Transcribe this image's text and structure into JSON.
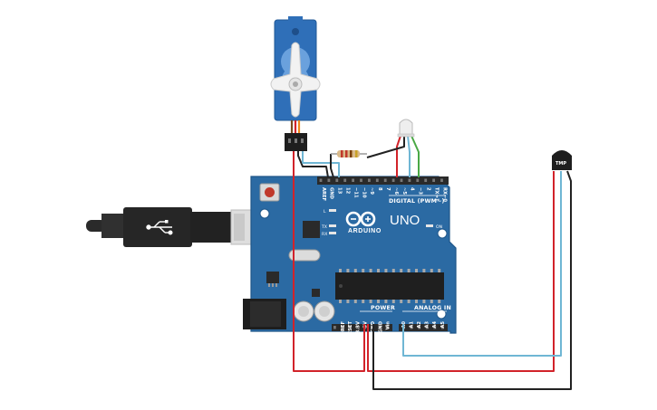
{
  "board": {
    "model": "UNO",
    "brand": "ARDUINO",
    "digital_header": "DIGITAL (PWM~)",
    "analog_header": "ANALOG IN",
    "power_header": "POWER",
    "on_label": "ON",
    "led_l": "L",
    "led_tx": "TX",
    "led_rx": "RX",
    "digital_pins": [
      "AREF",
      "GND",
      "13",
      "12",
      "~11",
      "~10",
      "~9",
      "8",
      "7",
      "~6",
      "~5",
      "4",
      "~3",
      "2",
      "TX→1",
      "RX←0"
    ],
    "power_pins": [
      "IOREF",
      "RESET",
      "3.3V",
      "5V",
      "GND",
      "GND",
      "Vin"
    ],
    "analog_pins": [
      "A0",
      "A1",
      "A2",
      "A3",
      "A4",
      "A5"
    ]
  },
  "sensor": {
    "label": "TMP"
  },
  "colors": {
    "board": "#2b6aa3",
    "board_edge": "#1f5689",
    "wire_red": "#d2232a",
    "wire_black": "#222222",
    "wire_blue": "#6fb6d4",
    "wire_green": "#4aa845",
    "servo": "#2f6fb8"
  }
}
